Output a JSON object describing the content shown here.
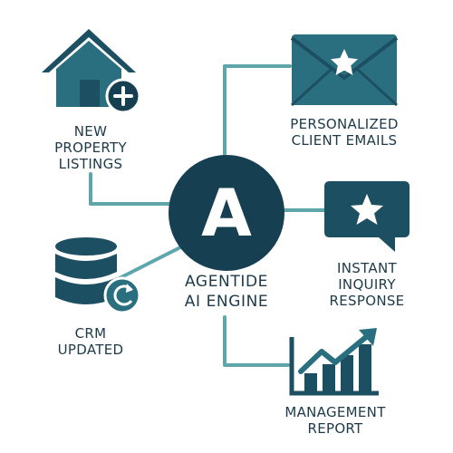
{
  "engine": {
    "letter": "A",
    "title_line1": "AGENTIDE",
    "title_line2": "AI ENGINE"
  },
  "nodes": {
    "new_listings": {
      "line1": "NEW",
      "line2": "PROPERTY",
      "line3": "LISTINGS",
      "icon": "house-plus-icon"
    },
    "client_emails": {
      "line1": "PERSONALIZED",
      "line2": "CLIENT EMAILS",
      "icon": "envelope-star-icon"
    },
    "inquiry_response": {
      "line1": "INSTANT",
      "line2": "INQUIRY",
      "line3": "RESPONSE",
      "icon": "chat-star-icon"
    },
    "crm_updated": {
      "line1": "CRM",
      "line2": "UPDATED",
      "icon": "database-refresh-icon"
    },
    "management_report": {
      "line1": "MANAGEMENT",
      "line2": "REPORT",
      "icon": "bar-chart-trend-icon"
    }
  },
  "colors": {
    "dark_teal": "#1d4f62",
    "mid_teal": "#2a6f80",
    "connector": "#5ea6ab",
    "engine_fill": "#163f52",
    "text": "#1d3a49"
  }
}
